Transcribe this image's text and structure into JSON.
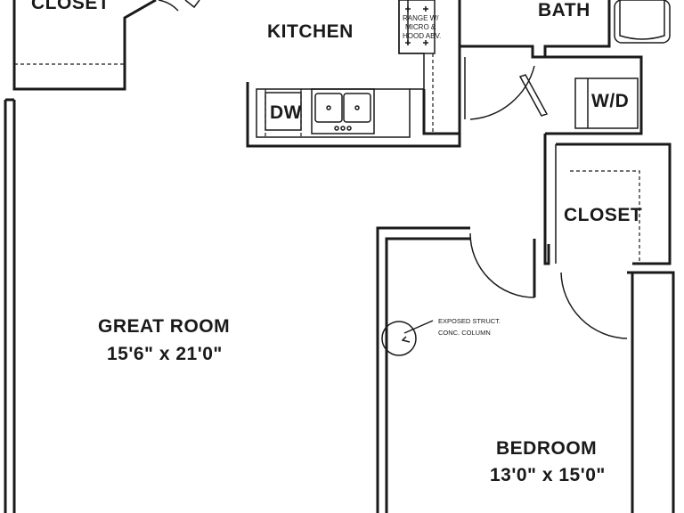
{
  "rooms": {
    "closet_top": "CLOSET",
    "kitchen": "KITCHEN",
    "bath": "BATH",
    "washer_dryer": "W/D",
    "dishwasher": "DW",
    "closet_right": "CLOSET",
    "great_room": "GREAT ROOM",
    "great_room_dims": "15'6\" x 21'0\"",
    "bedroom": "BEDROOM",
    "bedroom_dims": "13'0\" x 15'0\""
  },
  "notes": {
    "range_line1": "RANGE W/",
    "range_line2": "MICRO &",
    "range_line3": "HOOD ABV.",
    "column_line1": "EXPOSED STRUCT.",
    "column_line2": "CONC. COLUMN"
  }
}
